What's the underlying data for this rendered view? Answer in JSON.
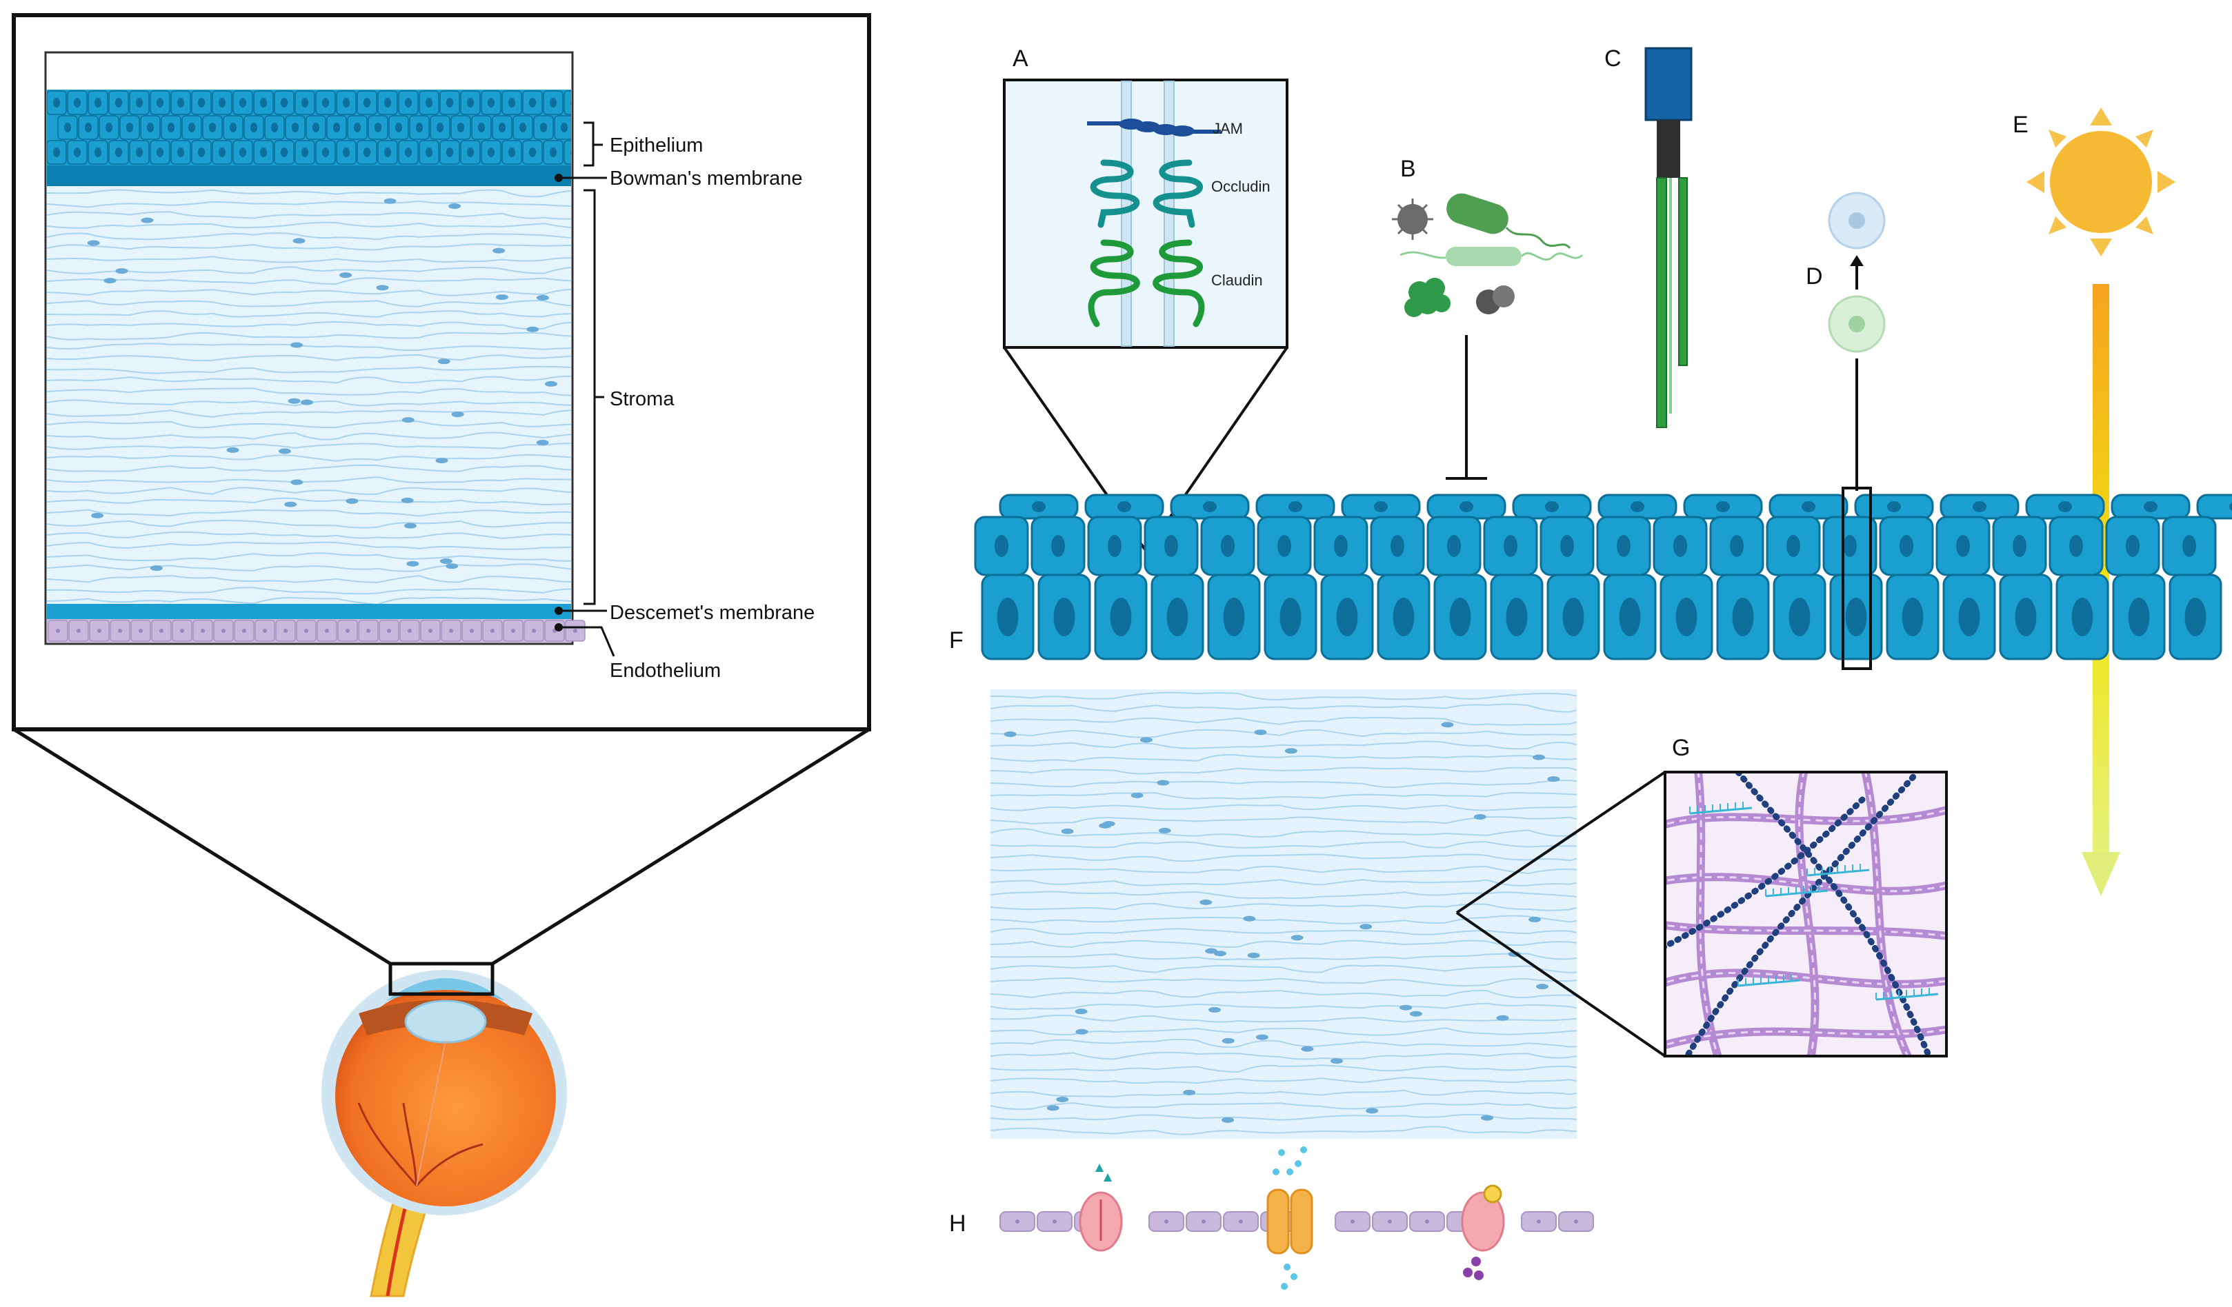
{
  "left_figure": {
    "labels": {
      "epithelium": "Epithelium",
      "bowman": "Bowman's membrane",
      "stroma": "Stroma",
      "descemet": "Descemet's membrane",
      "endothelium": "Endothelium"
    }
  },
  "right_figure": {
    "panels": {
      "A": "A",
      "B": "B",
      "C": "C",
      "D": "D",
      "E": "E",
      "F": "F",
      "G": "G",
      "H": "H"
    },
    "tight_junction_labels": {
      "jam": "JAM",
      "occludin": "Occludin",
      "claudin": "Claudin"
    }
  },
  "colors": {
    "epithelium": "#1a9fd0",
    "epithelium_dark": "#0b6f97",
    "nucleus": "#0e6e9c",
    "bowman": "#0a7fb0",
    "stroma_bg": "#e6f4fc",
    "stroma_fiber": "#a9d3ee",
    "keratocyte": "#6aaad6",
    "descemet": "#1b9fd2",
    "endothelium": "#c9b8dc",
    "claudin": "#1f9a3a",
    "occludin": "#14908f",
    "jam": "#1d4e9a",
    "sun": "#f7b733",
    "collagen": "#b58ad3",
    "proteoglycan": "#1f3f7d",
    "gag": "#39b6d6"
  }
}
